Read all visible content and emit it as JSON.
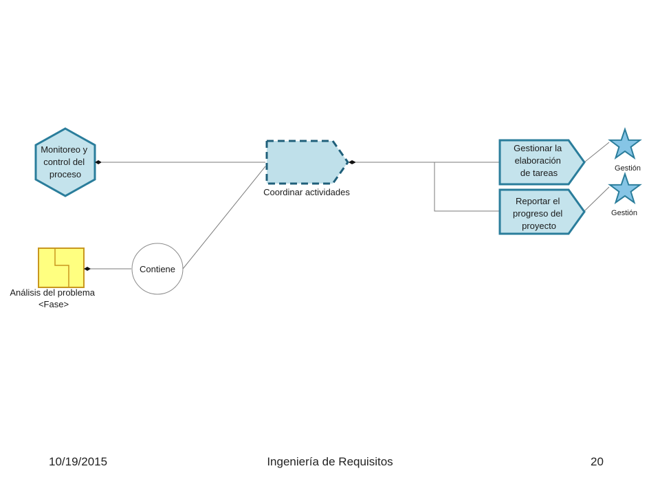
{
  "diagram": {
    "hexagon_lines": [
      "Monitoreo y",
      "control del",
      "proceso"
    ],
    "activity_label": "Coordinar actividades",
    "task1_lines": [
      "Gestionar la",
      "elaboración",
      "de tareas"
    ],
    "task2_lines": [
      "Reportar el",
      "progreso del",
      "proyecto"
    ],
    "star1_label": "Gestión",
    "star2_label": "Gestión",
    "circle_label": "Contiene",
    "phase_lines": [
      "Análisis del problema",
      "<Fase>"
    ]
  },
  "footer": {
    "date": "10/19/2015",
    "title": "Ingeniería de Requisitos",
    "page": "20"
  },
  "colors": {
    "teal_stroke": "#2a7d9b",
    "teal_fill": "#c4e3ec",
    "activity_fill": "#bfe0ea",
    "star_fill": "#86c5e6",
    "phase_fill": "#ffff80",
    "phase_stroke": "#c8961e"
  }
}
